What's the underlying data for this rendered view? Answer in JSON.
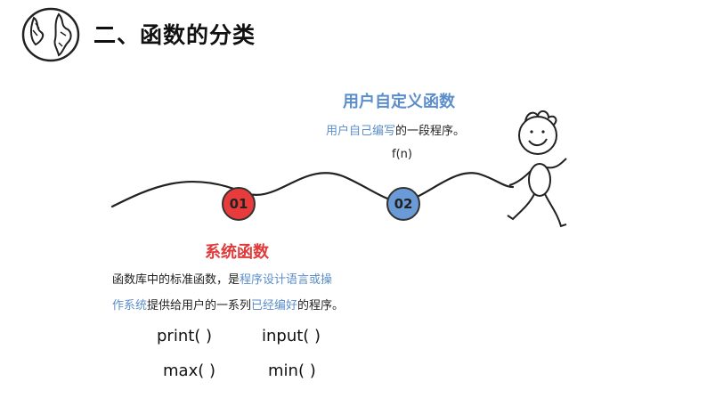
{
  "header": {
    "title": "二、函数的分类"
  },
  "markers": {
    "first": "01",
    "second": "02"
  },
  "user_defined": {
    "title": "用户自定义函数",
    "desc_blue": "用户自己编写",
    "desc_rest": "的一段程序。",
    "example": "f(n)"
  },
  "system": {
    "title": "系统函数",
    "line1_plain": "函数库中的标准函数，是",
    "line1_blue": "程序设计语言或操",
    "line2_blue_a": "作系统",
    "line2_plain_a": "提供给用户的一系列",
    "line2_blue_b": "已经编好",
    "line2_plain_b": "的程序。"
  },
  "examples": {
    "print": "print( )",
    "input": "input( )",
    "max": "max( )",
    "min": "min( )"
  },
  "colors": {
    "red": "#e83c3c",
    "blue": "#6b9bd6",
    "title_blue": "#5b8ecb",
    "title_red": "#e03a3a"
  },
  "icons": {
    "globe": "globe-icon",
    "figure": "running-stick-figure"
  }
}
